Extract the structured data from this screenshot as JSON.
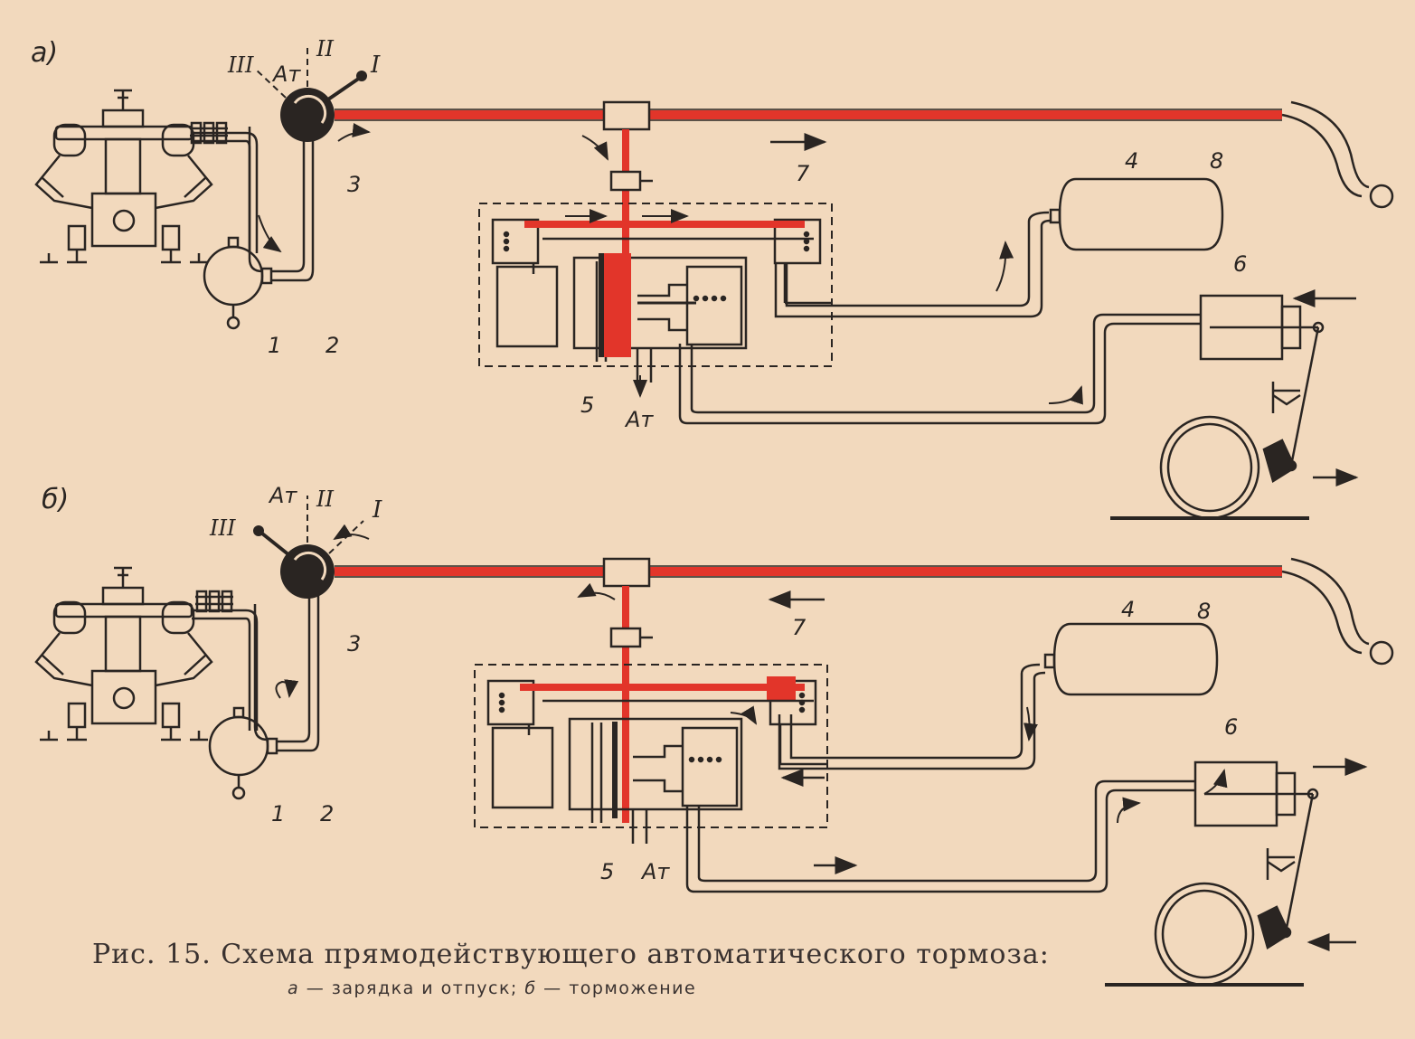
{
  "colors": {
    "background": "#f2d9bd",
    "line": "#2a2522",
    "pressure_red": "#e2352a"
  },
  "panel_a": {
    "tag": "а)"
  },
  "panel_b": {
    "tag": "б)"
  },
  "labels": {
    "n1": "1",
    "n2": "2",
    "n3": "3",
    "n4": "4",
    "n5": "5",
    "n6": "6",
    "n7": "7",
    "n8": "8",
    "pos_I": "I",
    "pos_II": "II",
    "pos_III": "III",
    "atm": "Ат"
  },
  "caption": {
    "title": "Рис. 15. Схема прямодействующего автоматического тормоза:",
    "a_letter": "а",
    "a_text": " — зарядка и отпуск; ",
    "b_letter": "б",
    "b_text": " — торможение"
  }
}
